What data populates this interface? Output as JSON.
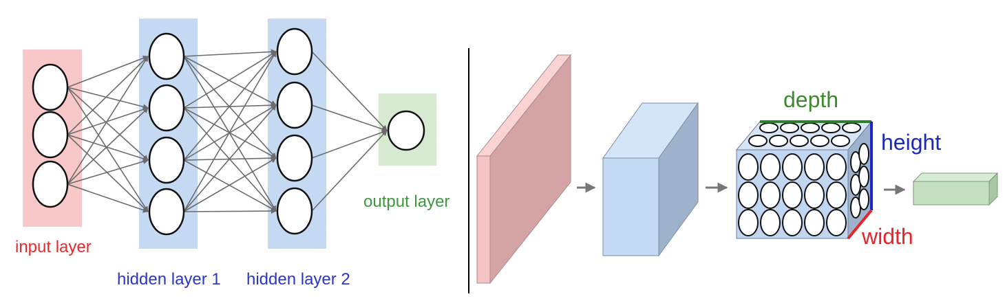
{
  "neural_net": {
    "labels": {
      "input": "input layer",
      "hidden1": "hidden layer 1",
      "hidden2": "hidden layer 2",
      "output": "output layer"
    },
    "neuron_counts": [
      3,
      4,
      4,
      1
    ],
    "colors": {
      "input_band": "#f8c8c8",
      "hidden_band": "#c6d9f3",
      "output_band": "#d6ead1",
      "input_label": "#e8292d",
      "hidden_label": "#2a36c8",
      "output_label": "#3c9a3c",
      "edge": "#6b6b6b",
      "neuron_fill": "#ffffff",
      "neuron_stroke": "#111111"
    }
  },
  "convnet": {
    "labels": {
      "depth": "depth",
      "height": "height",
      "width": "width"
    },
    "colors": {
      "input_slab": "#d4a3a3",
      "input_slab_front": "#f4c4c4",
      "input_slab_top": "#f9d2d2",
      "hidden_box_front": "#c5daf4",
      "hidden_box_side": "#9fb2cc",
      "hidden_box_top": "#d5e5f8",
      "volume_front": "#c2d6f1",
      "volume_side": "#9eb2ce",
      "volume_top": "#d6e4f6",
      "output_box_front": "#c4e0c0",
      "output_box_side": "#a9c6a5",
      "output_box_top": "#d7ecd4",
      "depth_edge": "#2f7d2f",
      "height_edge": "#1c28c4",
      "width_edge": "#e8232a",
      "depth_label": "#3c8a2c",
      "height_label": "#1c2ab8",
      "width_label": "#e8232a",
      "arrow": "#777777",
      "divider": "#000000"
    }
  }
}
